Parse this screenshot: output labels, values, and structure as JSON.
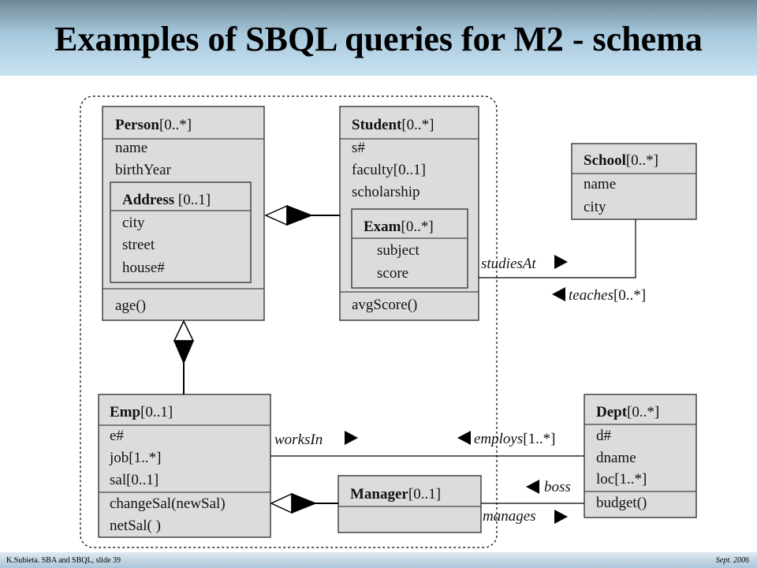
{
  "slide": {
    "title": "Examples of SBQL queries for M2 - schema",
    "footer_left": "K.Subieta. SBA and SBQL, slide 39",
    "footer_right": "Sept. 2006"
  },
  "classes": {
    "person": {
      "name": "Person",
      "mult": "[0..*]",
      "attrs": [
        "name",
        "birthYear"
      ],
      "methods": [
        "age()"
      ]
    },
    "address": {
      "name": "Address",
      "mult": " [0..1]",
      "attrs": [
        "city",
        "street",
        "house#"
      ]
    },
    "student": {
      "name": "Student",
      "mult": "[0..*]",
      "attrs": [
        "s#",
        "faculty[0..1]",
        "scholarship"
      ],
      "methods": [
        "avgScore()"
      ]
    },
    "exam": {
      "name": "Exam",
      "mult": "[0..*]",
      "attrs": [
        "subject",
        "score"
      ]
    },
    "school": {
      "name": "School",
      "mult": "[0..*]",
      "attrs": [
        "name",
        "city"
      ]
    },
    "emp": {
      "name": "Emp",
      "mult": "[0..1]",
      "attrs": [
        "e#",
        "job[1..*]",
        "sal[0..1]"
      ],
      "methods": [
        "changeSal(newSal)",
        "netSal( )"
      ]
    },
    "dept": {
      "name": "Dept",
      "mult": "[0..*]",
      "attrs": [
        "d#",
        "dname",
        "loc[1..*]"
      ],
      "methods": [
        "budget()"
      ]
    },
    "manager": {
      "name": "Manager",
      "mult": "[0..1]"
    }
  },
  "associations": {
    "studiesAt": {
      "name": "studiesAt",
      "mult": ""
    },
    "teaches": {
      "name": "teaches",
      "mult": "[0..*]"
    },
    "worksIn": {
      "name": "worksIn",
      "mult": ""
    },
    "employs": {
      "name": "employs",
      "mult": "[1..*]"
    },
    "boss": {
      "name": "boss",
      "mult": ""
    },
    "manages": {
      "name": "manages",
      "mult": ""
    }
  }
}
